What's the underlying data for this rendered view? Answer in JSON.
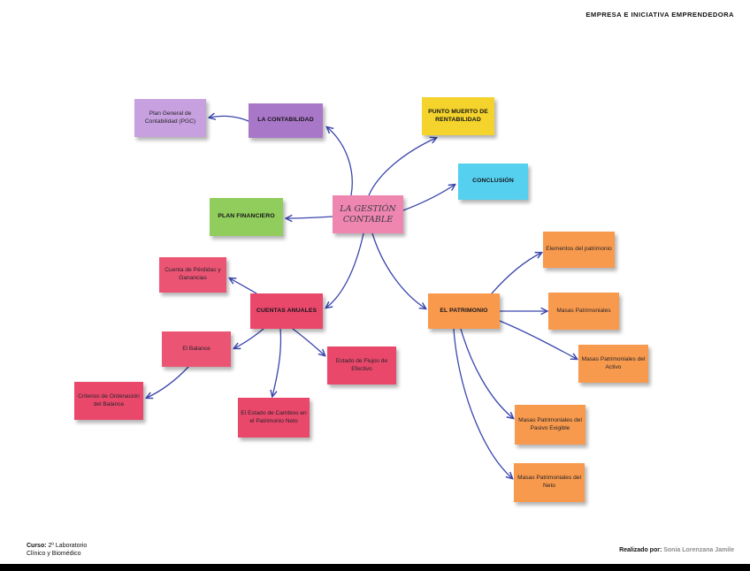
{
  "header": {
    "title": "EMPRESA E INICIATIVA EMPRENDEDORA"
  },
  "footer": {
    "course_label": "Curso:",
    "course_line1": " 2º Laboratorio",
    "course_line2": "Clínico y Biomédico",
    "credit_label": "Realizado por:",
    "credit_name": " Sonia Lorenzana Jamile"
  },
  "diagram": {
    "arrow_color": "#3a46ad",
    "nodes": {
      "center": {
        "label": "LA GESTIÓN CONTABLE",
        "color": "#ee86b0"
      },
      "contabilidad": {
        "label": "LA CONTABILIDAD",
        "color": "#a877c8"
      },
      "pgc": {
        "label": "Plan General de Contabilidad (PGC)",
        "color": "#c7a0df"
      },
      "punto_muerto": {
        "label": "PUNTO MUERTO DE RENTABILIDAD",
        "color": "#f3d32c"
      },
      "conclusion": {
        "label": "CONCLUSIÓN",
        "color": "#55d1ef"
      },
      "plan_financiero": {
        "label": "PLAN FINANCIERO",
        "color": "#90cd5c"
      },
      "cuentas_anuales": {
        "label": "CUENTAS ANUALES",
        "color": "#e9486b"
      },
      "cuenta_perdidas": {
        "label": "Cuenta de Pérdidas y Ganancias",
        "color": "#ec5474"
      },
      "balance": {
        "label": "El Balance",
        "color": "#ec5474"
      },
      "criterios": {
        "label": "Criterios de Ordenación del Balance",
        "color": "#e9486b"
      },
      "flujos": {
        "label": "Estado de Flujos de Efectivo",
        "color": "#e9486b"
      },
      "cambios": {
        "label": "El Estado de Cambios en el Patrimonio Neto",
        "color": "#e9486b"
      },
      "patrimonio": {
        "label": "EL PATRIMONIO",
        "color": "#f8994c"
      },
      "elementos": {
        "label": "Elementos del patrimonio",
        "color": "#f89a4d"
      },
      "masas": {
        "label": "Masas Patrimoniales",
        "color": "#f89a4d"
      },
      "masas_activo": {
        "label": "Masas Patrimoniales del Activo",
        "color": "#f89a4d"
      },
      "masas_pasivo": {
        "label": "Masas Patrimoniales del Pasivo Exigible",
        "color": "#f89a4d"
      },
      "masas_neto": {
        "label": "Masas Patrimoniales del Neto",
        "color": "#f89a4d"
      }
    }
  }
}
